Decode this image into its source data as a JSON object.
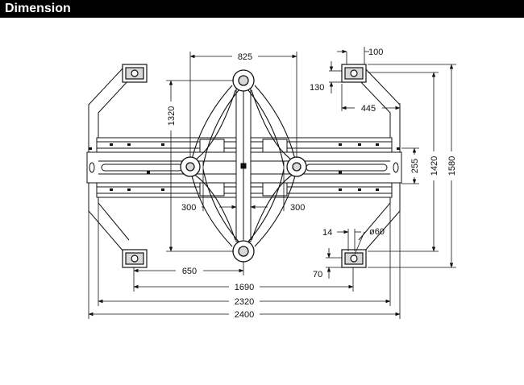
{
  "header": {
    "title": "Dimension",
    "background": "#000000",
    "text_color": "#ffffff"
  },
  "dimensions": {
    "width_825": "825",
    "pad_100": "100",
    "pad_130": "130",
    "offset_445": "445",
    "height_1320": "1320",
    "height_255": "255",
    "height_1420": "1420",
    "height_1580": "1580",
    "left_300": "300",
    "right_300": "300",
    "size_14": "14",
    "diameter_60": "ø60",
    "offset_70": "70",
    "offset_650": "650",
    "width_1690": "1690",
    "width_2320": "2320",
    "width_2400": "2400"
  },
  "colors": {
    "line": "#111111",
    "fill_light": "#ffffff",
    "fill_mid": "#d8d8d8"
  }
}
